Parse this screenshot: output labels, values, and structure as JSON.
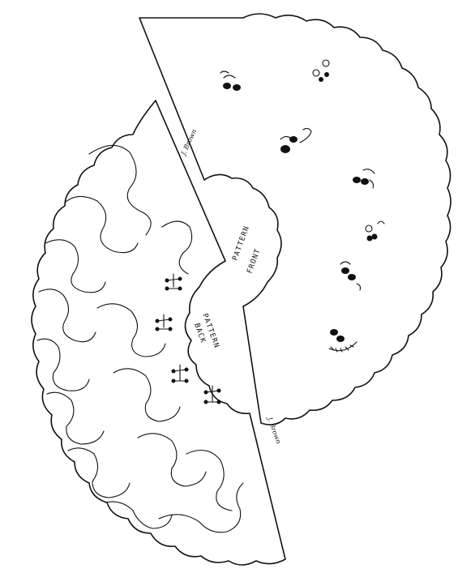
{
  "pattern_front_line1": "PATTERN",
  "pattern_front_line2": "FRONT",
  "pattern_back_line1": "PATTERN",
  "pattern_back_line2": "BACK",
  "signature_top": "J. Brown",
  "signature_bottom": "J. Brown",
  "faces": [
    {
      "name": "face-1"
    },
    {
      "name": "face-2"
    },
    {
      "name": "face-3"
    },
    {
      "name": "face-4"
    },
    {
      "name": "face-5"
    },
    {
      "name": "face-6"
    },
    {
      "name": "face-7"
    }
  ],
  "colors": {
    "ink": "#111111",
    "paper": "#ffffff"
  }
}
